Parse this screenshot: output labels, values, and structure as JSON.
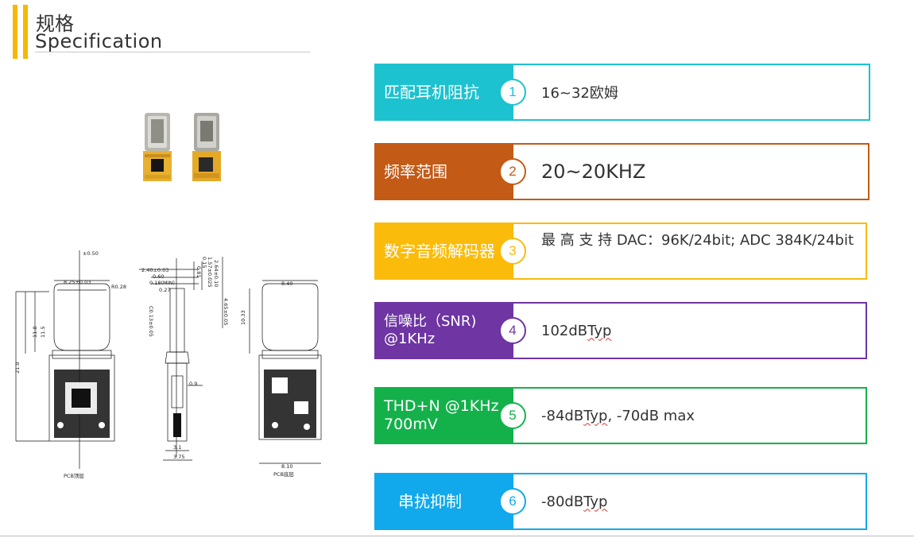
{
  "header": {
    "title_cn": "规格",
    "title_en": "Specification"
  },
  "drawings": {
    "top_caption": "PCB顶层",
    "bottom_caption": "PCB底层",
    "dims_front": [
      "±0.50",
      "8.25±0.03",
      "R0.28",
      "11.8",
      "11.5",
      "21.0"
    ],
    "dims_side": [
      "2.40±0.03",
      "0.60",
      "0.18(MIN)",
      "0.27",
      "0.81",
      "0.15",
      "1.57±0.025",
      "2.64±0.10",
      "4.65±0.05",
      "C0.13±0.05",
      "0.9",
      "3.1",
      "3.75"
    ],
    "dims_back": [
      "8.40",
      "10.33",
      "8.10"
    ]
  },
  "specs": [
    {
      "label": "匹配耳机阻抗",
      "num": "1",
      "value": "16~32欧姆",
      "color": "#1cc2cf"
    },
    {
      "label": "频率范围",
      "num": "2",
      "value": "20~20KHZ",
      "color": "#c35a15"
    },
    {
      "label": "数字音频解码器",
      "num": "3",
      "value": "最 高 支 持  DAC：96K/24bit; ADC 384K/24bit",
      "color": "#fbbb0a"
    },
    {
      "label": "信噪比（SNR) @1KHz",
      "num": "4",
      "value_main": "102dB ",
      "value_typ": "Typ",
      "color": "#6e35a3"
    },
    {
      "label": "THD+N @1KHz 700mV",
      "num": "5",
      "value_main": "-84dB ",
      "value_typ": "Typ",
      "value_rest": ", -70dB max",
      "color": "#14b14b"
    },
    {
      "label": "串扰抑制",
      "num": "6",
      "value_main": "-80dB ",
      "value_typ": "Typ",
      "color": "#11a9ec"
    }
  ]
}
